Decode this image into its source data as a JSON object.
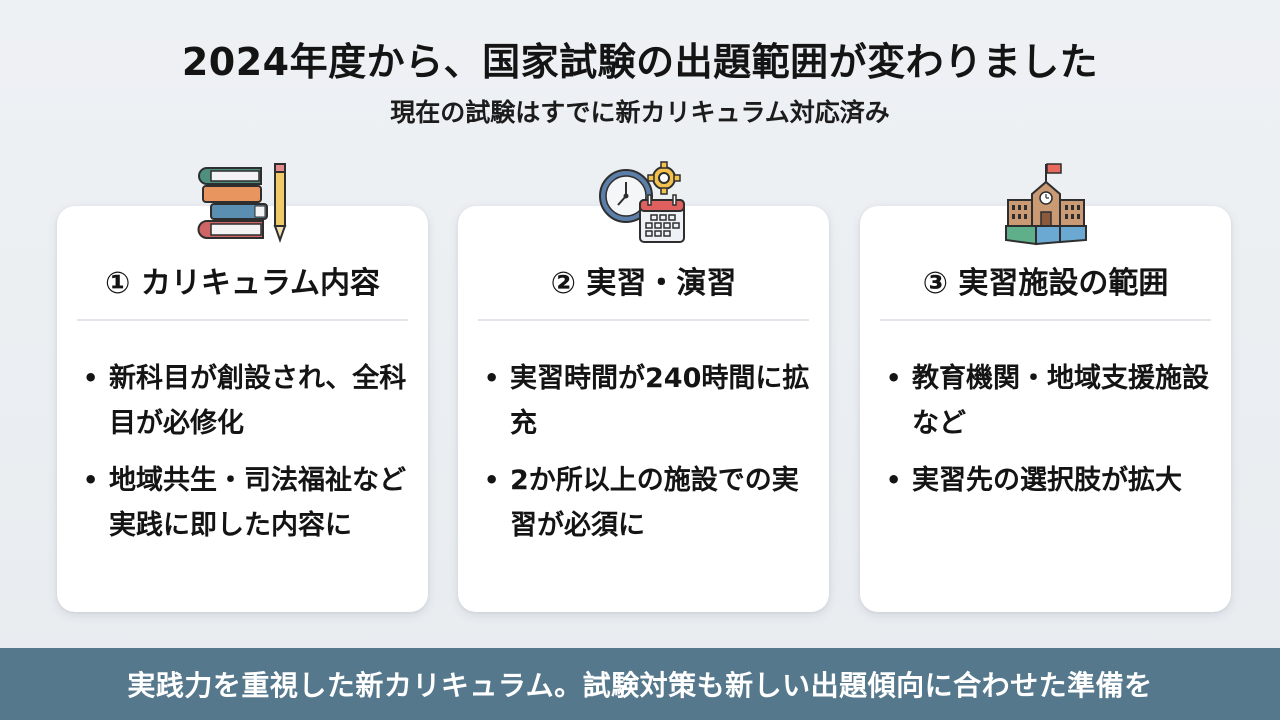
{
  "header": {
    "title": "2024年度から、国家試験の出題範囲が変わりました",
    "subtitle": "現在の試験はすでに新カリキュラム対応済み"
  },
  "cards": [
    {
      "icon": "books-pencil-icon",
      "title": "① カリキュラム内容",
      "bullets": [
        "新科目が創設され、全科目が必修化",
        "地域共生・司法福祉など実践に即した内容に"
      ]
    },
    {
      "icon": "clock-calendar-gear-icon",
      "title": "② 実習・演習",
      "bullets": [
        "実習時間が240時間に拡充",
        "2か所以上の施設での実習が必須に"
      ]
    },
    {
      "icon": "school-building-map-icon",
      "title": "③ 実習施設の範囲",
      "bullets": [
        "教育機関・地域支援施設など",
        "実習先の選択肢が拡大"
      ]
    }
  ],
  "footer": {
    "text": "実践力を重視した新カリキュラム。試験対策も新しい出題傾向に合わせた準備を"
  },
  "bullet_glyph": "•",
  "colors": {
    "background": "#eef1f4",
    "card": "#ffffff",
    "footer": "#55788c",
    "divider": "#e2e6ea"
  }
}
